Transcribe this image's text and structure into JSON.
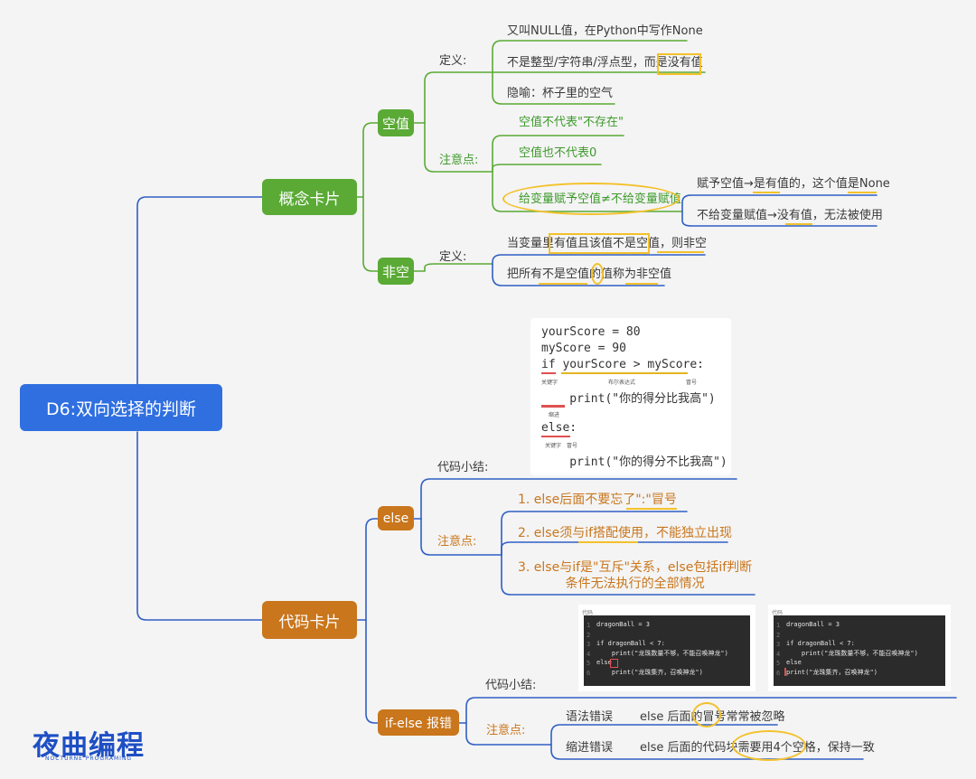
{
  "root": {
    "label": "D6:双向选择的判断"
  },
  "concept_card": {
    "label": "概念卡片",
    "null_value": {
      "label": "空值",
      "definition": {
        "label": "定义:",
        "items": [
          "又叫NULL值，在Python中写作None",
          "不是整型/字符串/浮点型，而是没有值",
          "隐喻：杯子里的空气"
        ]
      },
      "notes": {
        "label": "注意点:",
        "items": [
          "空值不代表\"不存在\"",
          "空值也不代表0",
          "给变量赋予空值≠不给变量赋值"
        ],
        "sub_items": [
          "赋予空值→是有值的，这个值是None",
          "不给变量赋值→没有值，无法被使用"
        ]
      }
    },
    "non_null": {
      "label": "非空",
      "definition": {
        "label": "定义:",
        "items": [
          "当变量里有值且该值不是空值，则非空",
          "把所有不是空值的值称为非空值"
        ]
      }
    }
  },
  "code_card": {
    "label": "代码卡片",
    "code_example": {
      "lines": [
        "yourScore = 80",
        "myScore = 90",
        "if yourScore > myScore:",
        "    print(\"你的得分比我高\")",
        "else:",
        "    print(\"你的得分不比我高\")"
      ],
      "annotations": {
        "keyword": "关键字",
        "condition": "布尔表达式",
        "colon": "冒号",
        "indent": "缩进",
        "keyword2": "关键字",
        "colon2": "冒号"
      }
    },
    "else_node": {
      "label": "else",
      "summary": "代码小结:",
      "notes": {
        "label": "注意点:",
        "items": [
          "1. else后面不要忘了\":\"冒号",
          "2. else须与if搭配使用，不能独立出现",
          "3. else与if是\"互斥\"关系，else包括if判断\n条件无法执行的全部情况"
        ]
      }
    },
    "ifelse_error": {
      "label": "if-else 报错",
      "summary": "代码小结:",
      "notes": {
        "label": "注意点:",
        "rows": [
          {
            "type": "语法错误",
            "desc": "else 后面的冒号常常被忽略"
          },
          {
            "type": "缩进错误",
            "desc": "else 后面的代码块需要用4个空格，保持一致"
          }
        ]
      },
      "screenshots": [
        {
          "header": "代码",
          "lines": [
            "dragonBall = 3",
            "",
            "if dragonBall < 7:",
            "    print(\"龙珠数量不够，不能召唤神龙\")",
            "else",
            "    print(\"龙珠集齐，召唤神龙\")"
          ]
        },
        {
          "header": "代码",
          "lines": [
            "dragonBall = 3",
            "",
            "if dragonBall < 7:",
            "    print(\"龙珠数量不够，不能召唤神龙\")",
            "else",
            "print(\"龙珠集齐，召唤神龙\")"
          ]
        }
      ]
    }
  },
  "logo": {
    "text": "夜曲编程",
    "subtitle": "NOCTURNE PROGRAMING"
  },
  "colors": {
    "root": "#2f6fe0",
    "concept": "#5aaa35",
    "code": "#c9761c",
    "highlight": "#f3c12b",
    "link": "#2f5fc4"
  }
}
